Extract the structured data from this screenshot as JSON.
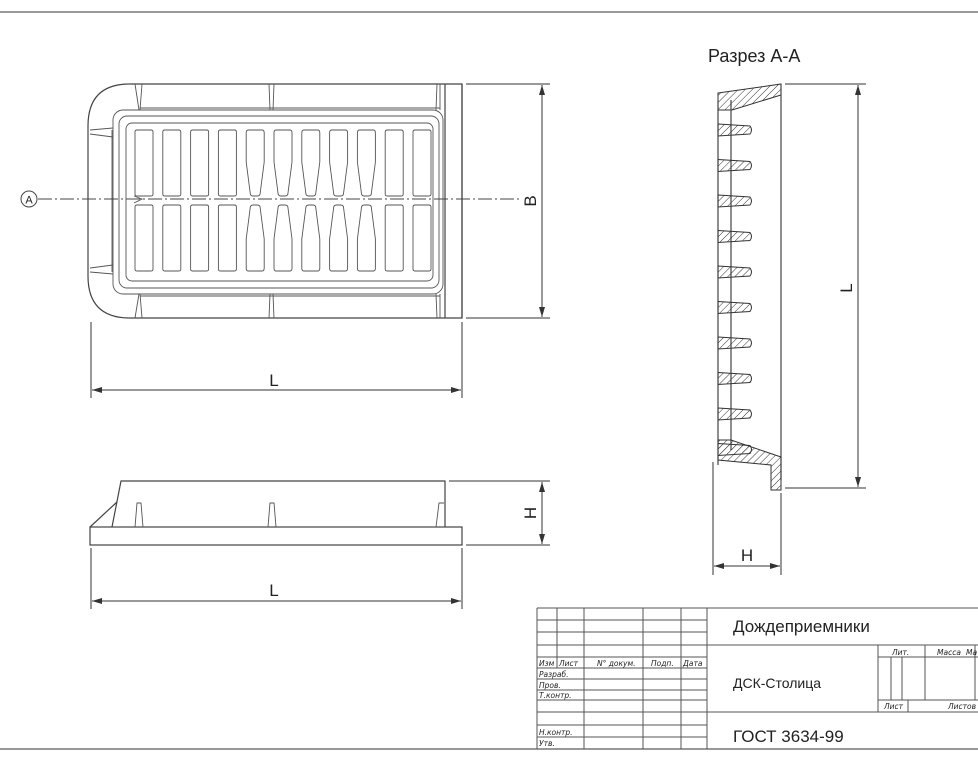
{
  "drawing": {
    "section_title": "Разрез А-А",
    "section_marker": "А",
    "dimensions": {
      "length": "L",
      "width": "B",
      "height": "H"
    }
  },
  "title_block": {
    "product_name": "Дождеприемники",
    "organization": "ДСК-Столица",
    "standard": "ГОСТ 3634-99",
    "column_headers": [
      "Изм",
      "Лист",
      "N° докум.",
      "Подп.",
      "Дата"
    ],
    "row_labels": [
      "Разраб.",
      "Пров.",
      "Т.контр.",
      "Н.контр.",
      "Утв."
    ],
    "info_headers": {
      "lit": "Лит.",
      "mass": "Масса",
      "scale": "Ма",
      "sheet": "Лист",
      "sheets": "Листов"
    }
  }
}
